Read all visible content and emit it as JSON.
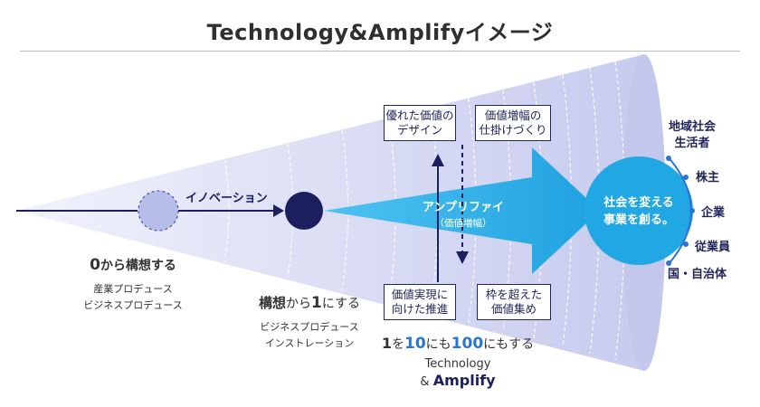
{
  "title": "Technology&Amplifyイメージ",
  "innovation_label": "イノベーション",
  "amplify": {
    "label": "アンプリファイ",
    "sub": "（価値増幅）"
  },
  "society_circle": {
    "line1": "社会を変える",
    "line2": "事業を創る。"
  },
  "boxes": [
    {
      "line1": "優れた価値の",
      "line2": "デザイン"
    },
    {
      "line1": "価値増幅の",
      "line2": "仕掛けづくり"
    },
    {
      "line1": "価値実現に",
      "line2": "向けた推進"
    },
    {
      "line1": "枠を超えた",
      "line2": "価値集め"
    }
  ],
  "stage0": {
    "num": "0",
    "text": "から構想する",
    "sub1": "産業プロデュース",
    "sub2": "ビジネスプロデュース"
  },
  "stage1": {
    "bold": "構想",
    "mid": "から",
    "num": "1",
    "tail": "にする",
    "sub1": "ビジネスプロデュース",
    "sub2": "インストレーション"
  },
  "stage2": {
    "n1": "1",
    "t1": "を",
    "n2": "10",
    "t2": "にも",
    "n3": "100",
    "t3": "にもする",
    "sub1": "Technology",
    "amp": "&",
    "amp_bold": "Amplify"
  },
  "stakeholders": [
    {
      "line1": "地域社会",
      "line2": "生活者"
    },
    {
      "line1": "株主",
      "line2": ""
    },
    {
      "line1": "企業",
      "line2": ""
    },
    {
      "line1": "従業員",
      "line2": ""
    },
    {
      "line1": "国・自治体",
      "line2": ""
    }
  ],
  "colors": {
    "navy": "#1b1f5e",
    "cone": "#d9dcf5",
    "arrow": "#2bace6",
    "circle": "#21a7e3",
    "accent_blue": "#2a74d6"
  }
}
